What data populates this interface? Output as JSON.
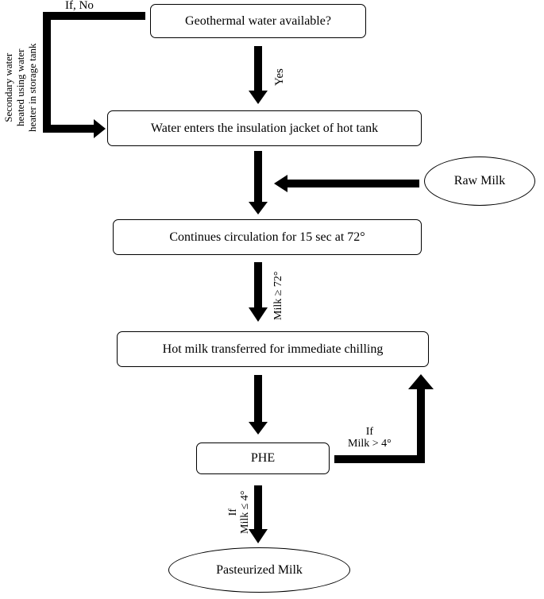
{
  "nodes": {
    "geothermal": "Geothermal water available?",
    "water_jacket": "Water enters the insulation jacket of hot tank",
    "raw_milk": "Raw Milk",
    "circulation": "Continues circulation for 15 sec at 72°",
    "hot_milk": "Hot milk transferred for immediate chilling",
    "phe": "PHE",
    "pasteurized": "Pasteurized Milk"
  },
  "labels": {
    "if_no": "If, No",
    "secondary_line1": "Secondary water",
    "secondary_line2": "heated using water",
    "secondary_line3": "heater in storage tank",
    "yes": "Yes",
    "milk_ge_72": "Milk ≥ 72°",
    "if_gt": "If",
    "milk_gt_4": "Milk > 4°",
    "if_le": "If",
    "milk_le_4": "Milk ≤ 4°"
  }
}
